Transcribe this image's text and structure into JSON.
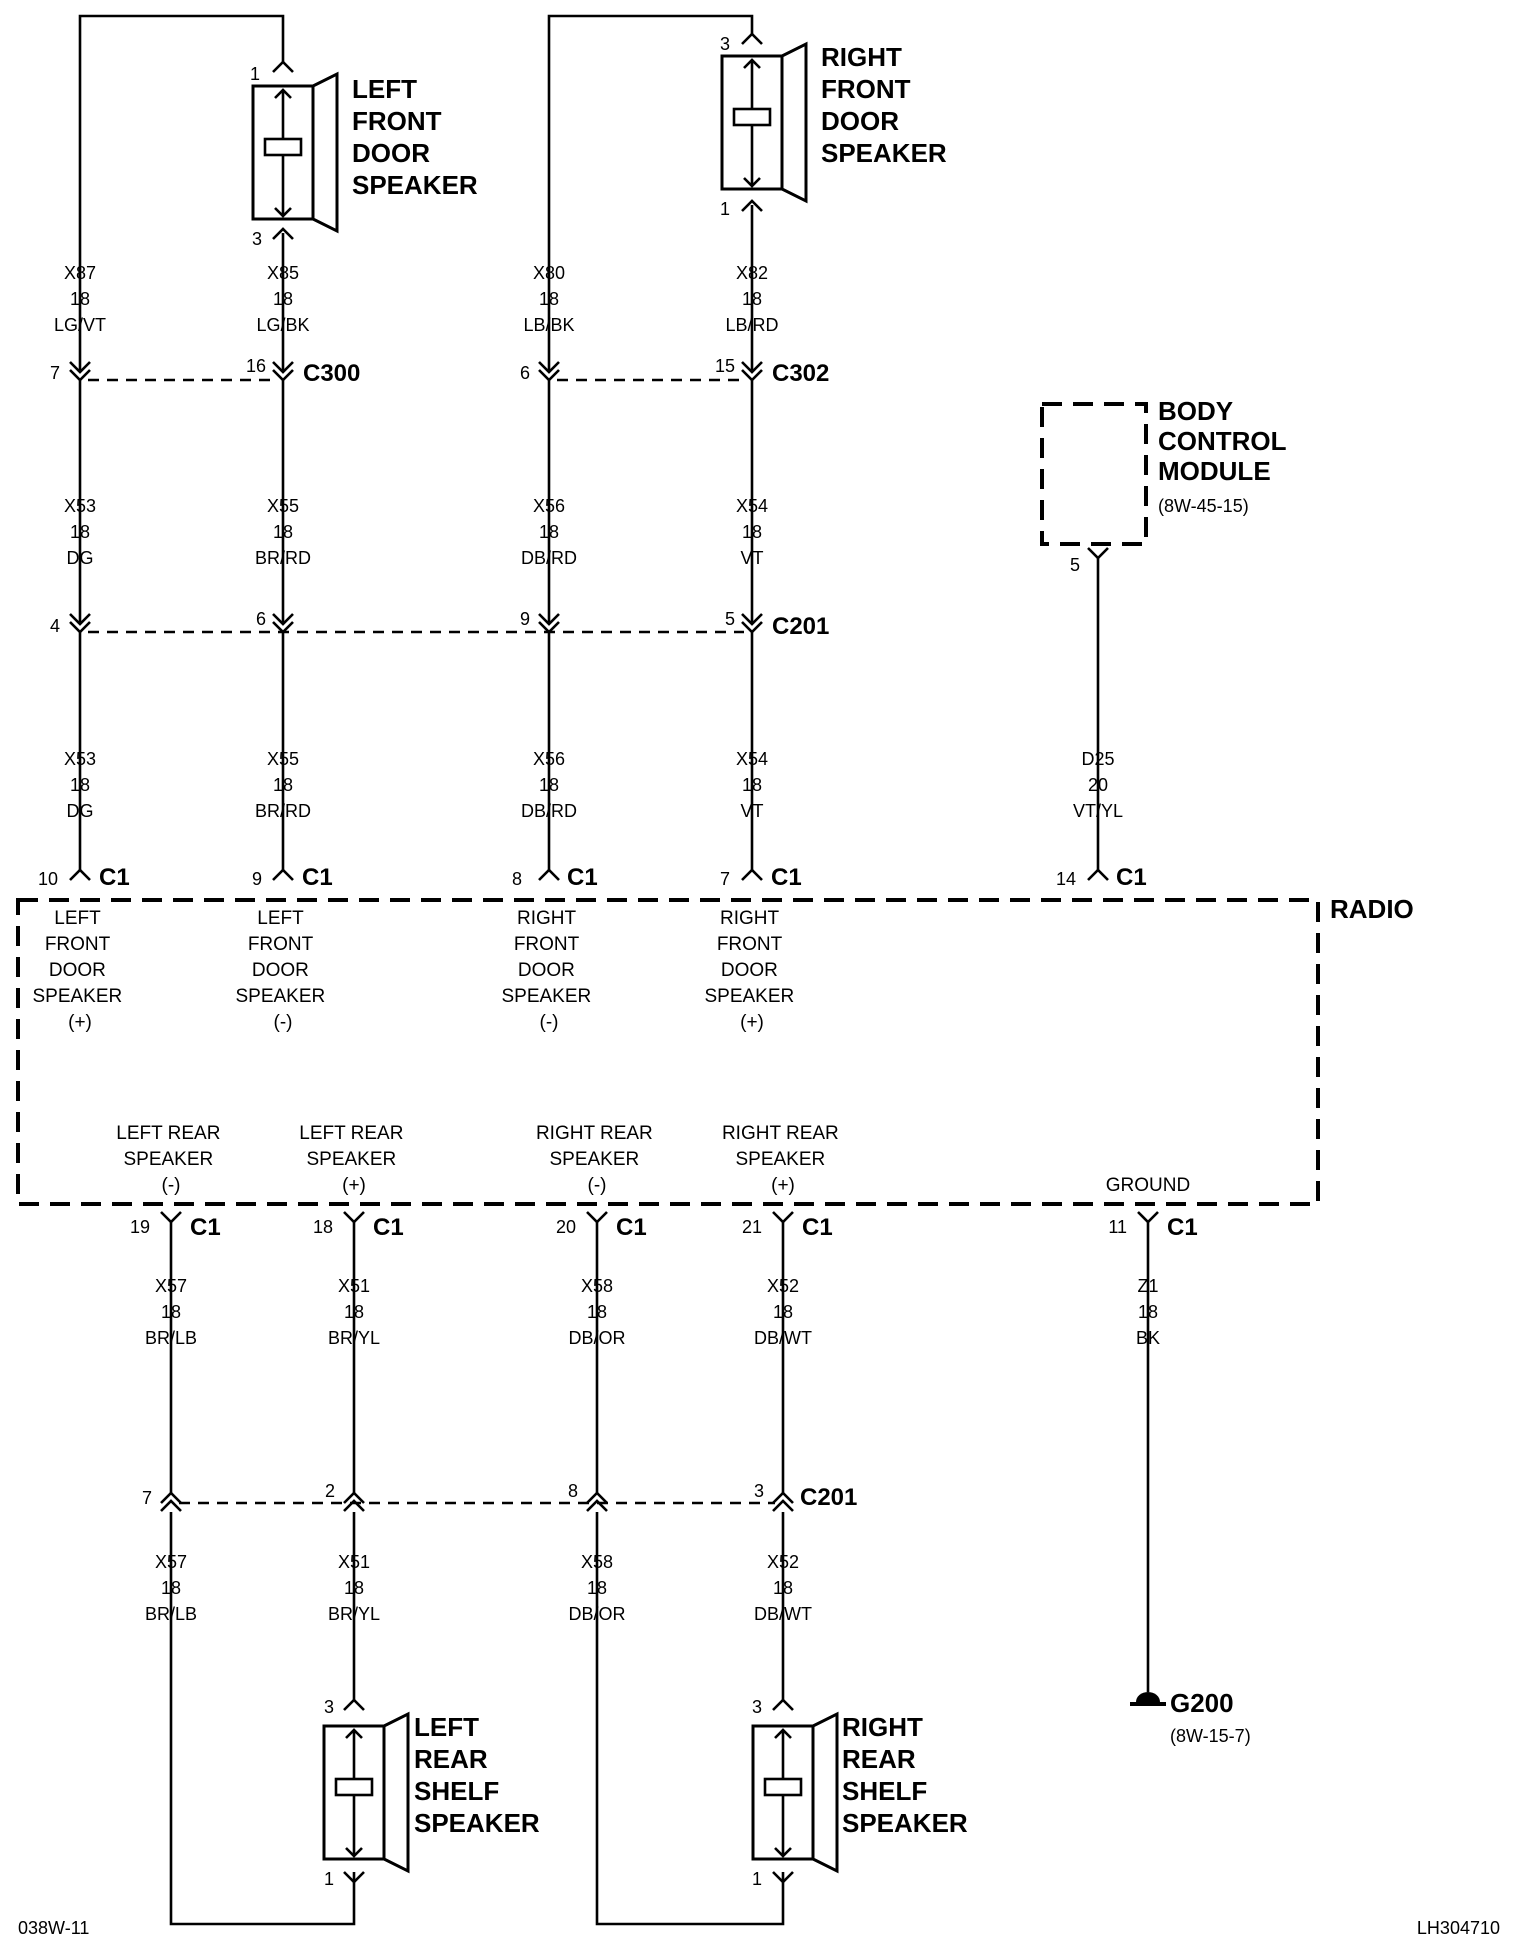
{
  "left_front_door_speaker": {
    "lines": [
      "LEFT",
      "FRONT",
      "DOOR",
      "SPEAKER"
    ],
    "pin_top": "1",
    "pin_bottom": "3"
  },
  "right_front_door_speaker": {
    "lines": [
      "RIGHT",
      "FRONT",
      "DOOR",
      "SPEAKER"
    ],
    "pin_top": "3",
    "pin_bottom": "1"
  },
  "left_rear_shelf_speaker": {
    "lines": [
      "LEFT",
      "REAR",
      "SHELF",
      "SPEAKER"
    ],
    "pin_top": "3",
    "pin_bottom": "1"
  },
  "right_rear_shelf_speaker": {
    "lines": [
      "RIGHT",
      "REAR",
      "SHELF",
      "SPEAKER"
    ],
    "pin_top": "3",
    "pin_bottom": "1"
  },
  "body_control_module": {
    "lines": [
      "BODY",
      "CONTROL",
      "MODULE"
    ],
    "ref": "(8W-45-15)",
    "pin": "5"
  },
  "radio": {
    "title": "RADIO",
    "top_labels": [
      [
        "LEFT",
        "FRONT",
        "DOOR",
        "SPEAKER",
        "(+)"
      ],
      [
        "LEFT",
        "FRONT",
        "DOOR",
        "SPEAKER",
        "(-)"
      ],
      [
        "RIGHT",
        "FRONT",
        "DOOR",
        "SPEAKER",
        "(-)"
      ],
      [
        "RIGHT",
        "FRONT",
        "DOOR",
        "SPEAKER",
        "(+)"
      ]
    ],
    "bottom_labels": [
      [
        "LEFT REAR",
        "SPEAKER",
        "(-)"
      ],
      [
        "LEFT REAR",
        "SPEAKER",
        "(+)"
      ],
      [
        "RIGHT REAR",
        "SPEAKER",
        "(-)"
      ],
      [
        "RIGHT REAR",
        "SPEAKER",
        "(+)"
      ],
      [
        "GROUND"
      ]
    ]
  },
  "wires": {
    "front_upper": [
      [
        "X87",
        "18",
        "LG/VT"
      ],
      [
        "X85",
        "18",
        "LG/BK"
      ],
      [
        "X80",
        "18",
        "LB/BK"
      ],
      [
        "X82",
        "18",
        "LB/RD"
      ]
    ],
    "front_mid": [
      [
        "X53",
        "18",
        "DG"
      ],
      [
        "X55",
        "18",
        "BR/RD"
      ],
      [
        "X56",
        "18",
        "DB/RD"
      ],
      [
        "X54",
        "18",
        "VT"
      ]
    ],
    "front_lower": [
      [
        "X53",
        "18",
        "DG"
      ],
      [
        "X55",
        "18",
        "BR/RD"
      ],
      [
        "X56",
        "18",
        "DB/RD"
      ],
      [
        "X54",
        "18",
        "VT"
      ],
      [
        "D25",
        "20",
        "VT/YL"
      ]
    ],
    "rear_upper": [
      [
        "X57",
        "18",
        "BR/LB"
      ],
      [
        "X51",
        "18",
        "BR/YL"
      ],
      [
        "X58",
        "18",
        "DB/OR"
      ],
      [
        "X52",
        "18",
        "DB/WT"
      ],
      [
        "Z1",
        "18",
        "BK"
      ]
    ],
    "rear_lower": [
      [
        "X57",
        "18",
        "BR/LB"
      ],
      [
        "X51",
        "18",
        "BR/YL"
      ],
      [
        "X58",
        "18",
        "DB/OR"
      ],
      [
        "X52",
        "18",
        "DB/WT"
      ]
    ]
  },
  "connectors": {
    "c300": {
      "name": "C300",
      "pins": [
        "7",
        "16"
      ]
    },
    "c302": {
      "name": "C302",
      "pins": [
        "6",
        "15"
      ]
    },
    "c201_top": {
      "name": "C201",
      "pins": [
        "4",
        "6",
        "9",
        "5"
      ]
    },
    "c1_top": {
      "name": "C1",
      "pins": [
        "10",
        "9",
        "8",
        "7",
        "14"
      ]
    },
    "c1_bottom": {
      "name": "C1",
      "pins": [
        "19",
        "18",
        "20",
        "21",
        "11"
      ]
    },
    "c201_bottom": {
      "name": "C201",
      "pins": [
        "7",
        "2",
        "8",
        "3"
      ]
    }
  },
  "ground": {
    "name": "G200",
    "ref": "(8W-15-7)"
  },
  "footer": {
    "left": "038W-11",
    "right": "LH304710"
  }
}
